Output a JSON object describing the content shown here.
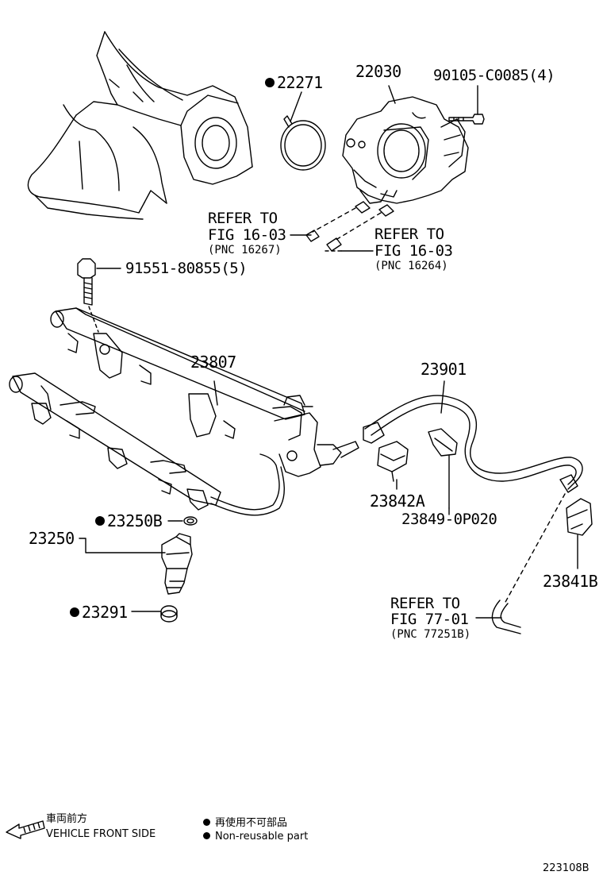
{
  "parts": {
    "p22271": "22271",
    "p22030": "22030",
    "p90105": "90105-C0085(4)",
    "p91551": "91551-80855(5)",
    "p23807": "23807",
    "p23901": "23901",
    "p23842A": "23842A",
    "p23849": "23849-0P020",
    "p23841B": "23841B",
    "p23250": "23250",
    "p23250B": "23250B",
    "p23291": "23291"
  },
  "refers": {
    "left": {
      "line1": "REFER TO",
      "line2": "FIG 16-03",
      "pnc": "(PNC 16267)"
    },
    "right": {
      "line1": "REFER TO",
      "line2": "FIG 16-03",
      "pnc": "(PNC 16264)"
    },
    "bottom": {
      "line1": "REFER TO",
      "line2": "FIG 77-01",
      "pnc": "(PNC 77251B)"
    }
  },
  "legend": {
    "front_jp": "車両前方",
    "front_en": "VEHICLE FRONT SIDE",
    "nonreuse_jp": "再使用不可部品",
    "nonreuse_en": "Non-reusable part"
  },
  "figure_ref": "223108B"
}
